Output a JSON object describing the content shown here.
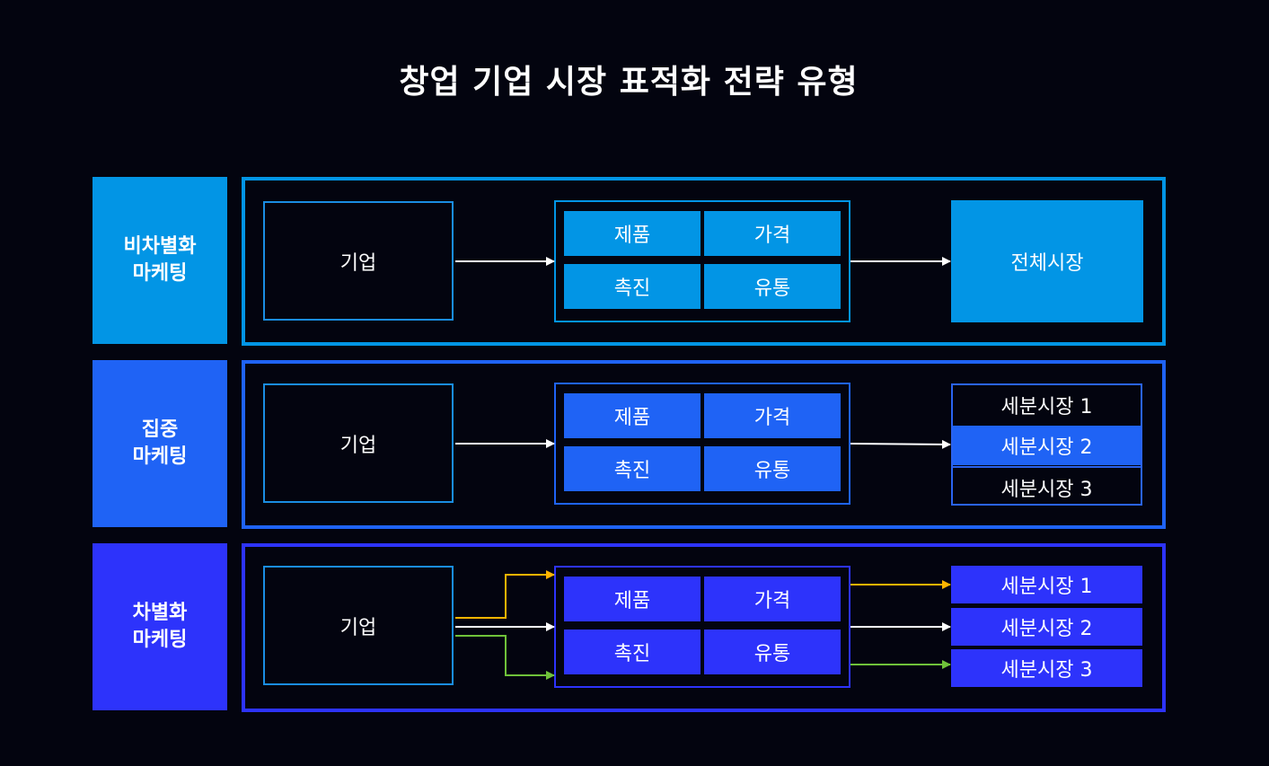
{
  "title": "창업 기업 시장 표적화 전략 유형",
  "colors": {
    "row1": "#0295e5",
    "row2": "#1f63f5",
    "row3": "#2d33fb",
    "arrow_white": "#ffffff",
    "arrow_yellow": "#ffb400",
    "arrow_green": "#6fc23a"
  },
  "rows": [
    {
      "label_line1": "비차별화",
      "label_line2": "마케팅",
      "company": "기업",
      "mix": [
        "제품",
        "가격",
        "촉진",
        "유통"
      ],
      "market": "전체시장"
    },
    {
      "label_line1": "집중",
      "label_line2": "마케팅",
      "company": "기업",
      "mix": [
        "제품",
        "가격",
        "촉진",
        "유통"
      ],
      "segments": [
        "세분시장 1",
        "세분시장 2",
        "세분시장 3"
      ]
    },
    {
      "label_line1": "차별화",
      "label_line2": "마케팅",
      "company": "기업",
      "mix": [
        "제품",
        "가격",
        "촉진",
        "유통"
      ],
      "segments": [
        "세분시장 1",
        "세분시장 2",
        "세분시장 3"
      ]
    }
  ]
}
